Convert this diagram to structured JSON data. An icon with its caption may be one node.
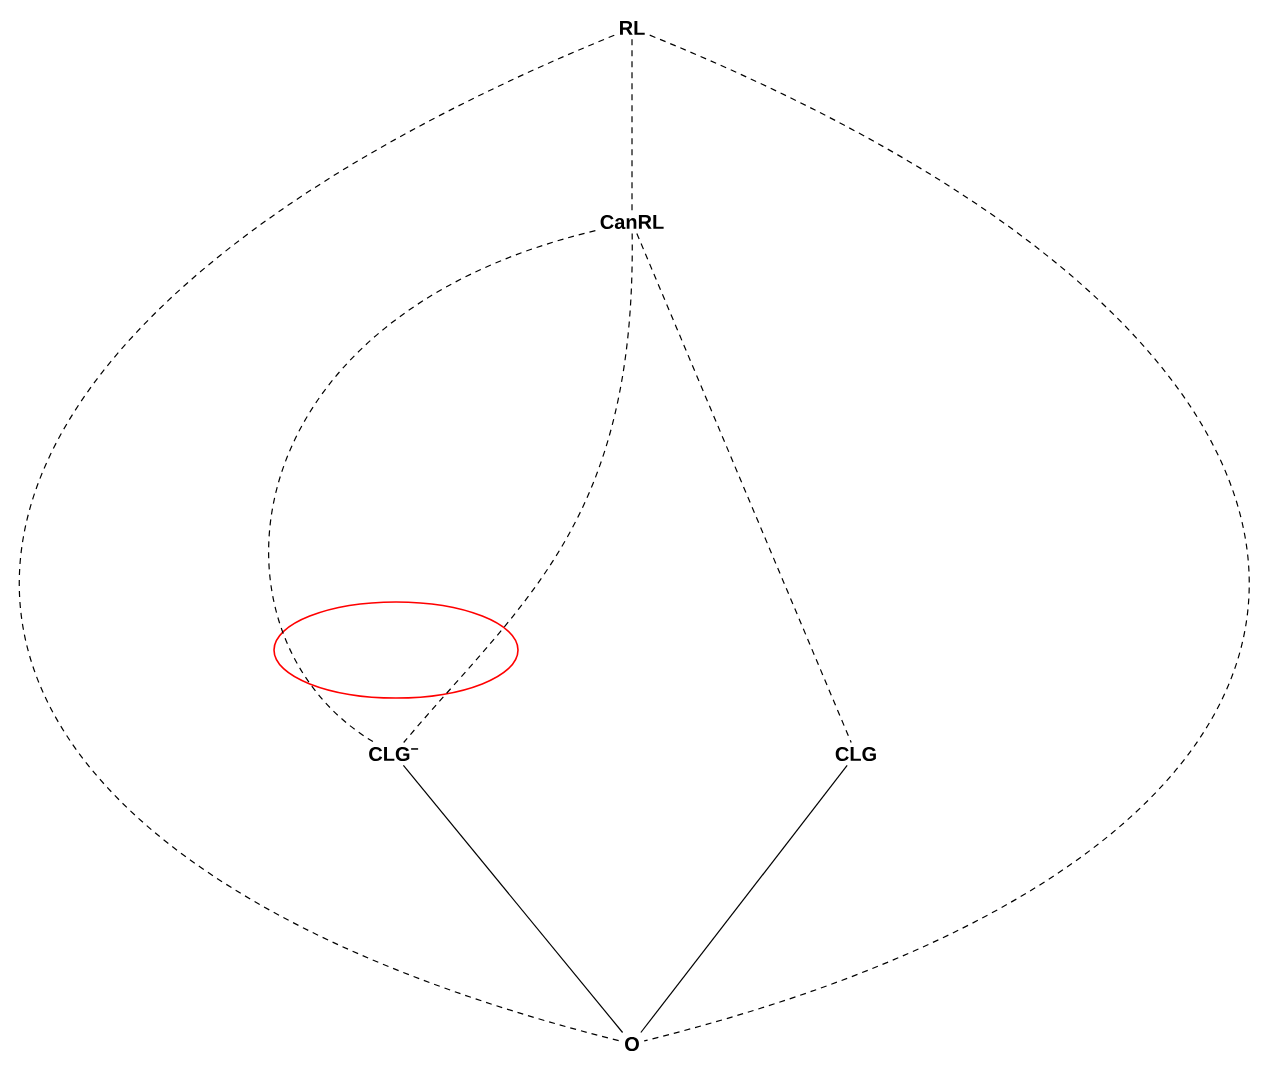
{
  "diagram": {
    "nodes": [
      {
        "text": [
          "RL"
        ]
      },
      {
        "text": [
          "CanRL"
        ]
      },
      {
        "text": [
          "CLG$^{−}$"
        ]
      },
      {
        "text": [
          "CLG"
        ]
      },
      {
        "text": [
          "O"
        ]
      }
    ],
    "edges": [
      {
        "from": 0,
        "to": 1,
        "arrow": "none",
        "style": "dashed"
      },
      {
        "from": 0,
        "to": 4,
        "arrow": "none",
        "style": "dashed"
      },
      {
        "from": 0,
        "to": 4,
        "arrow": "none",
        "style": "dashed"
      },
      {
        "from": 1,
        "to": 2,
        "arrow": "none",
        "style": "dashed"
      },
      {
        "from": 1,
        "to": 2,
        "arrow": "none",
        "style": "dashed"
      },
      {
        "from": 1,
        "to": 3,
        "arrow": "none",
        "style": "dashed"
      },
      {
        "from": 2,
        "to": 4,
        "arrow": "none"
      },
      {
        "from": 3,
        "to": 4,
        "arrow": "none"
      }
    ]
  }
}
